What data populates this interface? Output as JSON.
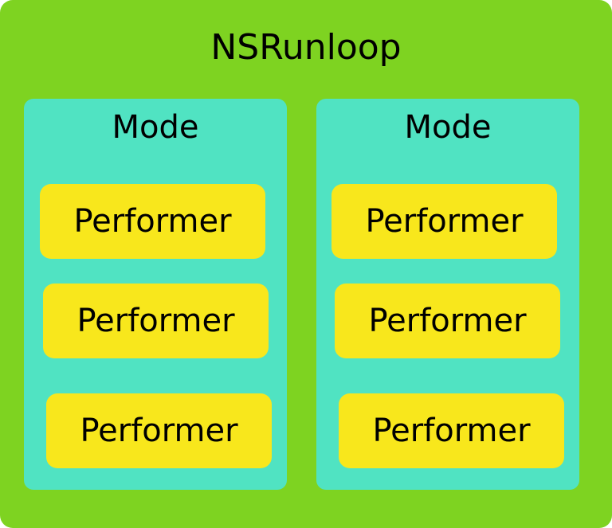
{
  "diagram": {
    "runloop": {
      "title": "NSRunloop",
      "color": "#7ed321"
    },
    "modes": [
      {
        "title": "Mode",
        "color": "#50e3c2",
        "performers": [
          "Performer",
          "Performer",
          "Performer"
        ]
      },
      {
        "title": "Mode",
        "color": "#50e3c2",
        "performers": [
          "Performer",
          "Performer",
          "Performer"
        ]
      }
    ],
    "performer_color": "#f8e71c"
  }
}
